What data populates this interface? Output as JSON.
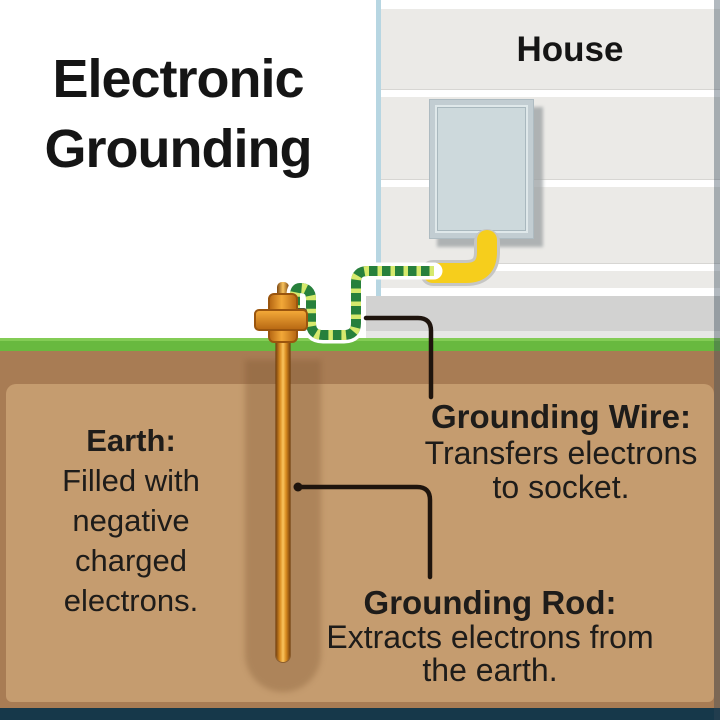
{
  "title": {
    "line1": "Electronic",
    "line2": "Grounding"
  },
  "house": {
    "label": "House"
  },
  "labels": {
    "earth": {
      "title": "Earth:",
      "lines": [
        "Filled with",
        "negative",
        "charged",
        "electrons."
      ]
    },
    "grounding_wire": {
      "title": "Grounding Wire:",
      "lines": [
        "Transfers electrons",
        "to socket."
      ]
    },
    "grounding_rod": {
      "title": "Grounding Rod:",
      "lines": [
        "Extracts electrons from",
        "the earth."
      ]
    }
  },
  "colors": {
    "title_text": "#151515",
    "label_text": "#1e1c1a",
    "siding": "#ebeae7",
    "foundation": "#d2d2d1",
    "wall_edge_blue": "#b7d6e2",
    "panel_frame": "#c2cdd2",
    "panel_inner": "#cdd9dc",
    "yellow_wire": "#f6ce1c",
    "wire_green": "#27803c",
    "wire_stripe": "#d6e96d",
    "grass": "#68b93f",
    "earth_dark": "#a87c54",
    "earth_light": "#c59c6f",
    "rod_mid": "#d88a1f",
    "rod_light": "#f9c35d",
    "clamp_light": "#f2a838",
    "callout": "#1e140d",
    "footer_bar": "#16384a"
  }
}
